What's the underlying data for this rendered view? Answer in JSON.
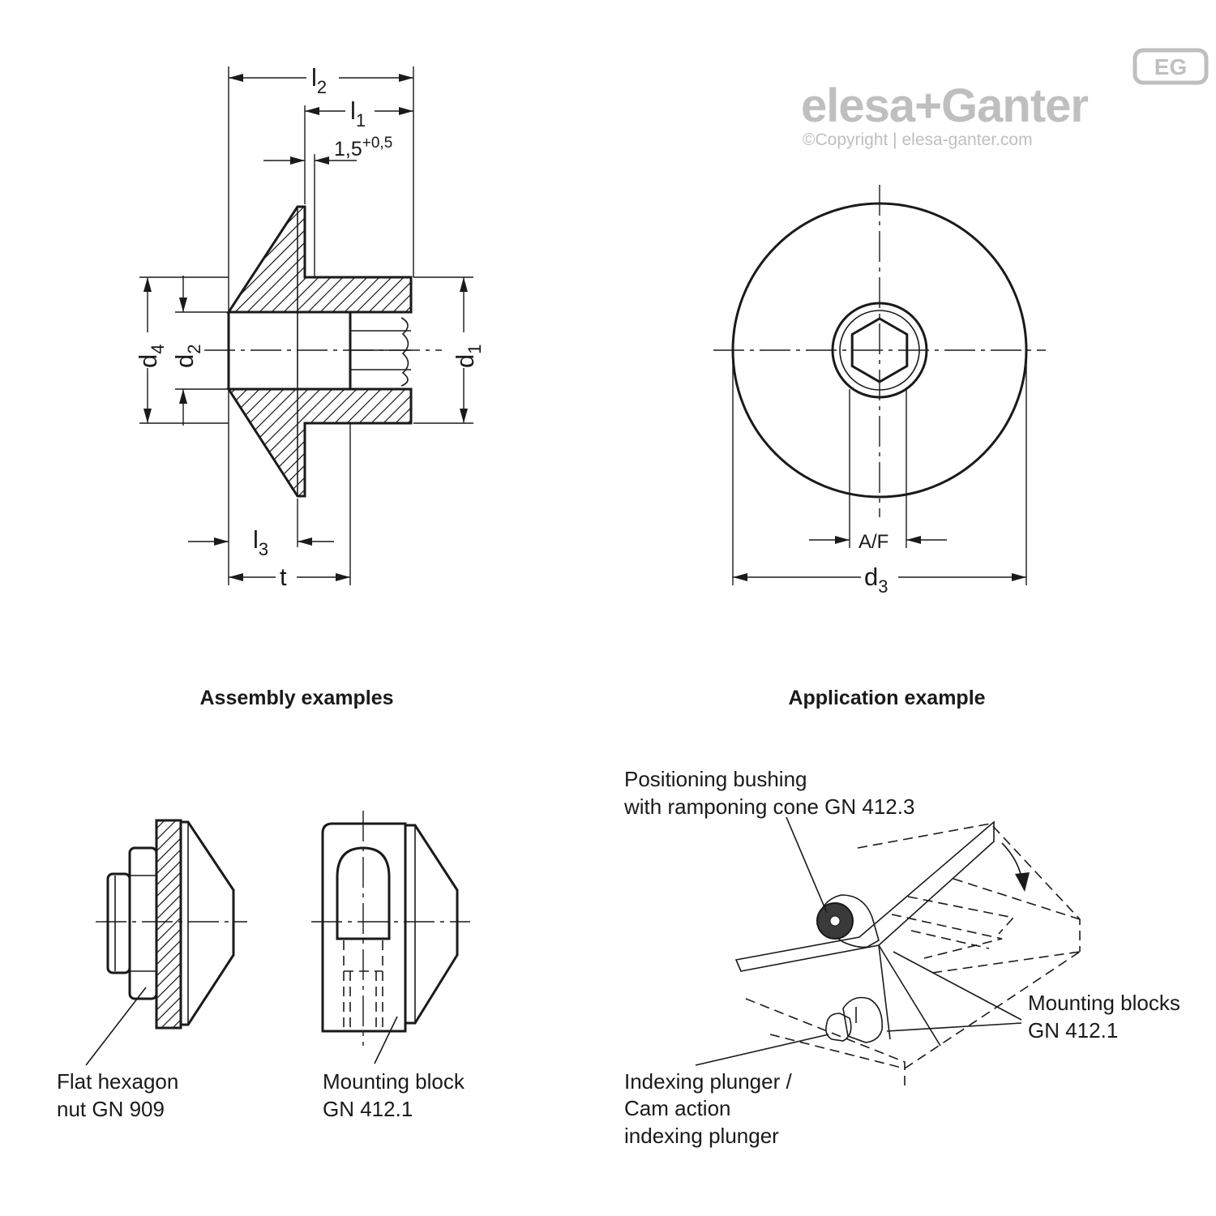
{
  "logo": {
    "badge": "EG",
    "brand_left": "elesa",
    "plus": "+",
    "brand_right": "Ganter",
    "copyright": "©Copyright | elesa-ganter.com",
    "color": "#bfbfbf"
  },
  "dims": {
    "l_letter": "l",
    "l1_sub": "1",
    "l2_sub": "2",
    "l3_sub": "3",
    "tol_base": "1,5",
    "tol_sup": "+0,5",
    "d_letter": "d",
    "d1_sub": "1",
    "d2_sub": "2",
    "d3_sub": "3",
    "d4_sub": "4",
    "t": "t",
    "af": "A/F"
  },
  "headings": {
    "assembly": "Assembly examples",
    "application": "Application example"
  },
  "notes": {
    "hex_nut": [
      "Flat hexagon",
      "nut GN 909"
    ],
    "mounting_block": [
      "Mounting block",
      "GN 412.1"
    ],
    "positioning_bushing": [
      "Positioning bushing",
      "with ramponing cone GN 412.3"
    ],
    "mounting_blocks": [
      "Mounting blocks",
      "GN 412.1"
    ],
    "indexing_plunger": [
      "Indexing plunger /",
      "Cam action",
      "indexing plunger"
    ]
  },
  "colors": {
    "line": "#1a1a1a",
    "background": "#ffffff"
  }
}
